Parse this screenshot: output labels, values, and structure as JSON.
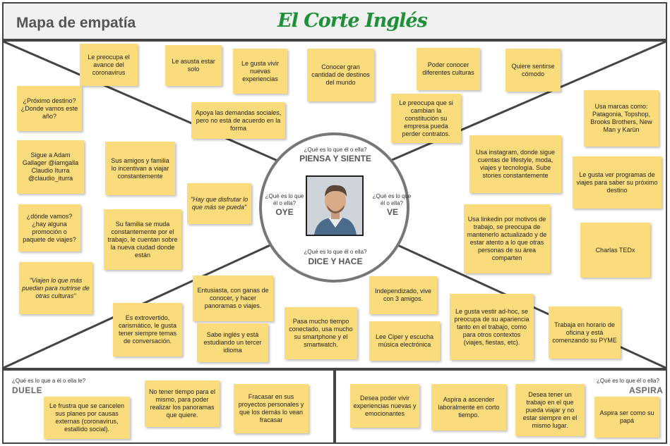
{
  "header": {
    "title": "Mapa de empatía",
    "brand": "El Corte Inglés"
  },
  "center": {
    "top_q": "¿Qué es lo que él o ella?",
    "top_label": "PIENSA Y SIENTE",
    "left_q": "¿Qué es lo que él o ella?",
    "left_label": "OYE",
    "right_q": "¿Qué es lo que él o ella?",
    "right_label": "VE",
    "bottom_q": "¿Qué es lo que él o ella?",
    "bottom_label": "DICE Y HACE"
  },
  "notes": [
    {
      "text": "Le preocupa el avance del coronavirus"
    },
    {
      "text": "Le asusta estar solo"
    },
    {
      "text": "Le gusta vivir nuevas experiencias"
    },
    {
      "text": "Conocer gran cantidad de destinos del mundo"
    },
    {
      "text": "Poder conocer diferentes culturas"
    },
    {
      "text": "Quiere sentirse cómodo"
    },
    {
      "text": "Apoya las demandas sociales, pero no está de acuerdo en la forma"
    },
    {
      "text": "Le preocupa que si cambian la constitución su empresa pueda perder contratos."
    },
    {
      "text": "¿Próximo destino? ¿Donde vamos este año?"
    },
    {
      "text": "Sigue a Adam Gallager @iamgalla Claudio Iturra @claudio_iturra"
    },
    {
      "text": "Sus amigos y familia lo incentivan a viajar constantemente"
    },
    {
      "text": "\"Hay que disfrutar lo que más se pueda\""
    },
    {
      "text": "¿dónde vamos? ¿hay alguna promoción o paquete de viajes?"
    },
    {
      "text": "Su familia se muda constantemente por el trabajo, le cuentan sobre la nueva ciudad donde están"
    },
    {
      "text": "\"Viajen lo que más puedan para nutrirse de otras culturas\""
    },
    {
      "text": "Usa marcas como: Patagonia, Topshop, Brooks Brothers, New Man y Karün"
    },
    {
      "text": "Usa instagram, donde sigue cuentas de lifestyle, moda, viajes y tecnología. Sube stories constantemente"
    },
    {
      "text": "Le gusta ver programas de viajes para saber su próximo destino"
    },
    {
      "text": "Usa linkedin por motivos de trabajo, se preocupa de mantenerlo actualizado y de estar atento a lo que otras personas de su área comparten"
    },
    {
      "text": "Charlas TEDx"
    },
    {
      "text": "Entusiasta, con ganas de conocer, y hacer panoramas o viajes."
    },
    {
      "text": "Independizado, vive con 3 amigos."
    },
    {
      "text": "Es extrovertido, carismático, le gusta tener siempre temas de conversación."
    },
    {
      "text": "Sabe inglés y está estudiando un tercer idioma"
    },
    {
      "text": "Pasa mucho tiempo conectado, usa mucho su smartphone y el smartwatch."
    },
    {
      "text": "Lee Ciper y escucha música electrónica"
    },
    {
      "text": "Le gusta vestir ad-hoc, se preocupa de su apariencia tanto en el trabajo, como para otros contextos (viajes, fiestas, etc)."
    },
    {
      "text": "Trabaja en horario de oficina y está comenzando su PYME"
    },
    {
      "text": "Le frustra que se cancelen sus planes por causas externas (coronavirus, estallido social)."
    },
    {
      "text": "No tener tiempo para el mismo, para poder realizar los panoramas que quiere."
    },
    {
      "text": "Fracasar en sus proyectos personales y que los demás lo vean fracasar"
    },
    {
      "text": "Desea poder vivir experiencias nuevas y emocionantes"
    },
    {
      "text": "Aspira a ascender laboralmente en corto tiempo."
    },
    {
      "text": "Desea tener un trabajo en el que pueda viajar y no estar siempre en el mismo lugar."
    },
    {
      "text": "Aspira ser como su papá"
    }
  ],
  "pain": {
    "question": "¿Qué es lo que a él o ella le?",
    "label": "DUELE"
  },
  "gain": {
    "question": "¿Qué es lo que él o ella?",
    "label": "ASPIRA"
  },
  "colors": {
    "note": "#fbdc7c",
    "brand": "#1f8f3a",
    "border": "#444444"
  }
}
